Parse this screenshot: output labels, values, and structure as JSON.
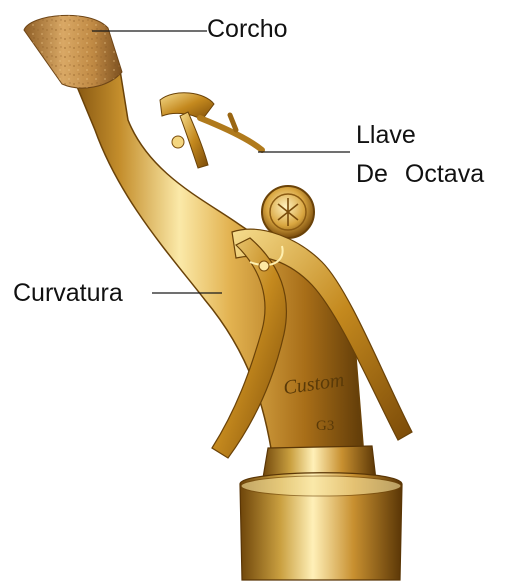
{
  "labels": {
    "corcho": "Corcho",
    "llave_line1": "Llave",
    "llave_line2": "De  Octava",
    "curvatura": "Curvatura"
  },
  "engraving": {
    "brand": "Custom",
    "model": "G3"
  },
  "colors": {
    "gold_light": "#f8e4a0",
    "gold_mid": "#d9a740",
    "gold_dark": "#8a5a12",
    "cork": "#c8954c",
    "label_text": "#111111",
    "leader_line": "#1a1a1a"
  }
}
